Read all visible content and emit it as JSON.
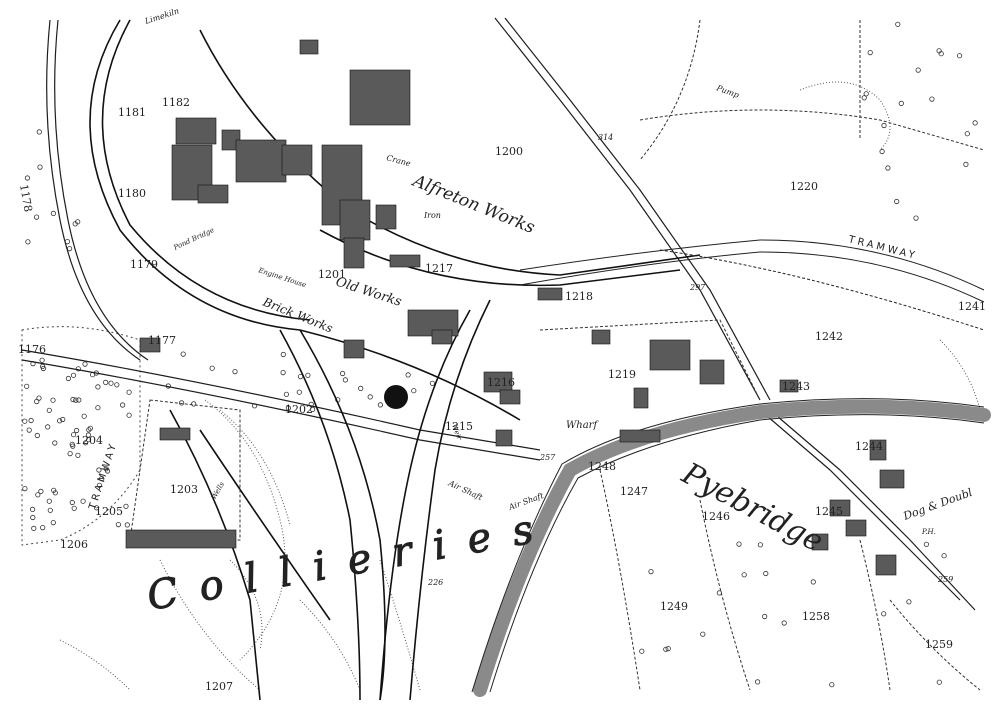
{
  "map": {
    "colors": {
      "ink": "#1e1e1e",
      "building": "#5a5a5a",
      "canal": "#9a9a9a",
      "paper": "#ffffff"
    },
    "places": {
      "pye_bridge": "Pyebridge",
      "alfreton_works": "Alfreton Works",
      "old_works": "Old Works",
      "brick_works": "Brick Works",
      "colliery": "Collieries",
      "tramway_east": "TRAMWAY",
      "tramway_west": "TRAMWAY",
      "wharf": "Wharf",
      "dog_doubl": "Dog & Doubl",
      "air_shaft_1": "Air Shaft",
      "air_shaft_2": "Air Shaft",
      "iron": "Iron",
      "crane": "Crane",
      "pump": "Pump",
      "limekiln": "Limekiln",
      "engine_house": "Engine House",
      "pond_bridge": "Pond Bridge",
      "weir": "Weir",
      "wells": "Wells",
      "ph": "P.H."
    },
    "plots": [
      "1200",
      "1220",
      "1242",
      "1243",
      "1244",
      "1245",
      "1246",
      "1247",
      "1248",
      "1249",
      "1258",
      "1259",
      "1218",
      "1219",
      "1217",
      "1216",
      "1215",
      "1201",
      "1202",
      "1203",
      "1204",
      "1205",
      "1206",
      "1207",
      "1181",
      "1182",
      "1180",
      "1179",
      "1178",
      "1177",
      "1176",
      "1241"
    ],
    "spot_heights": [
      "314",
      "297",
      "257",
      "226",
      "259"
    ]
  }
}
